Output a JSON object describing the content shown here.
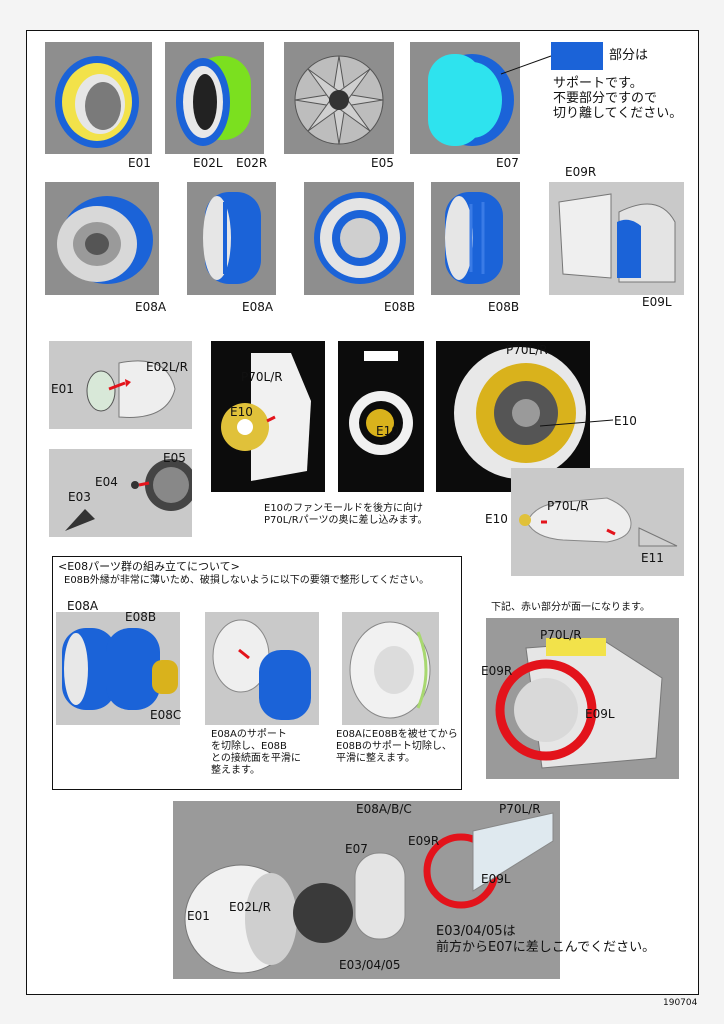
{
  "row1_labels": {
    "e01": "E01",
    "e02l": "E02L",
    "e02r": "E02R",
    "e05": "E05",
    "e07": "E07"
  },
  "legend": {
    "swatch_text": "部分は",
    "line1": "サポートです。",
    "line2": "不要部分ですので",
    "line3": "切り離してください。"
  },
  "row2_labels": {
    "e09r": "E09R",
    "e08a_1": "E08A",
    "e08a_2": "E08A",
    "e08b_1": "E08B",
    "e08b_2": "E08B",
    "e09l": "E09L"
  },
  "step1": {
    "e01": "E01",
    "e02lr": "E02L/R"
  },
  "step2": {
    "e05": "E05",
    "e04": "E04",
    "e03": "E03"
  },
  "step3": {
    "p70lr_a": "P70L/R",
    "e10_a": "E10",
    "e10_b": "E10",
    "p70lr_b": "P70L/R",
    "e10_c": "E10",
    "caption_line1": "E10のファンモールドを後方に向け",
    "caption_line2": "P70L/Rパーツの奥に差し込みます。"
  },
  "step4": {
    "e10": "E10",
    "p70lr": "P70L/R",
    "e11": "E11"
  },
  "e08_section": {
    "title": "<E08パーツ群の組み立てについて>",
    "subtitle": "E08B外縁が非常に薄いため、破損しないように以下の要領で整形してください。",
    "label_e08a": "E08A",
    "label_e08b": "E08B",
    "label_e08c": "E08C",
    "caption_mid": [
      "E08Aのサポート",
      "を切除し、E08B",
      "との接続面を平滑に",
      "整えます。"
    ],
    "caption_right": [
      "E08AにE08Bを被せてから",
      "E08Bのサポート切除し、",
      "平滑に整えます。"
    ]
  },
  "red_note": {
    "text": "下記、赤い部分が面一になります。",
    "p70lr": "P70L/R",
    "e09r": "E09R",
    "e09l": "E09L"
  },
  "final": {
    "e08abc": "E08A/B/C",
    "p70lr": "P70L/R",
    "e07": "E07",
    "e09r": "E09R",
    "e09l": "E09L",
    "e01": "E01",
    "e02lr": "E02L/R",
    "e0345": "E03/04/05",
    "note1": "E03/04/05は",
    "note2": "前方からE07に差しこんでください。"
  },
  "footer": {
    "code": "190704"
  },
  "colors": {
    "support_blue": "#1b63d8",
    "cyan": "#2ee3ee",
    "yellow": "#f2e24a",
    "green": "#7be01f",
    "red": "#e3131b",
    "gold": "#d9b21c"
  }
}
